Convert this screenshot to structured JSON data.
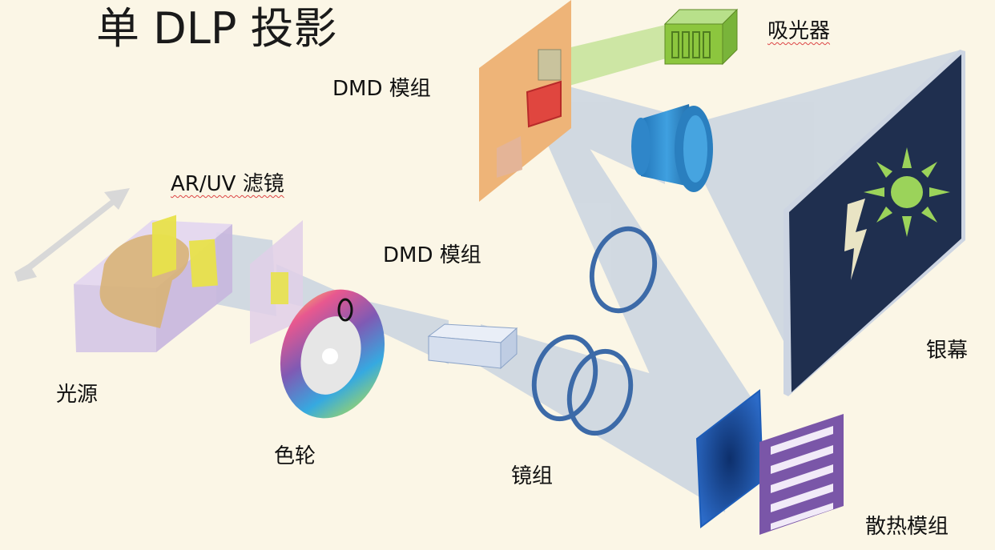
{
  "title": "单 DLP 投影",
  "labels": {
    "absorber": "吸光器",
    "dmd_top": "DMD 模组",
    "ar_uv_filter": "AR/UV 滤镜",
    "dmd_mid": "DMD 模组",
    "light_source": "光源",
    "color_wheel": "色轮",
    "lens_group": "镜组",
    "screen": "银幕",
    "cooling": "散热模组"
  },
  "colors": {
    "background": "#fbf6e6",
    "beam": "#a9bedd",
    "screen": "#1f2f4f",
    "lens": "#2f86c9",
    "ring": "#3c6aa8",
    "dmd_board": "#eeb478",
    "absorber": "#8cc63e",
    "heatsink": "#7a56a8",
    "light_source": "#d4c6e6",
    "yellow_element": "#e8e24a"
  }
}
